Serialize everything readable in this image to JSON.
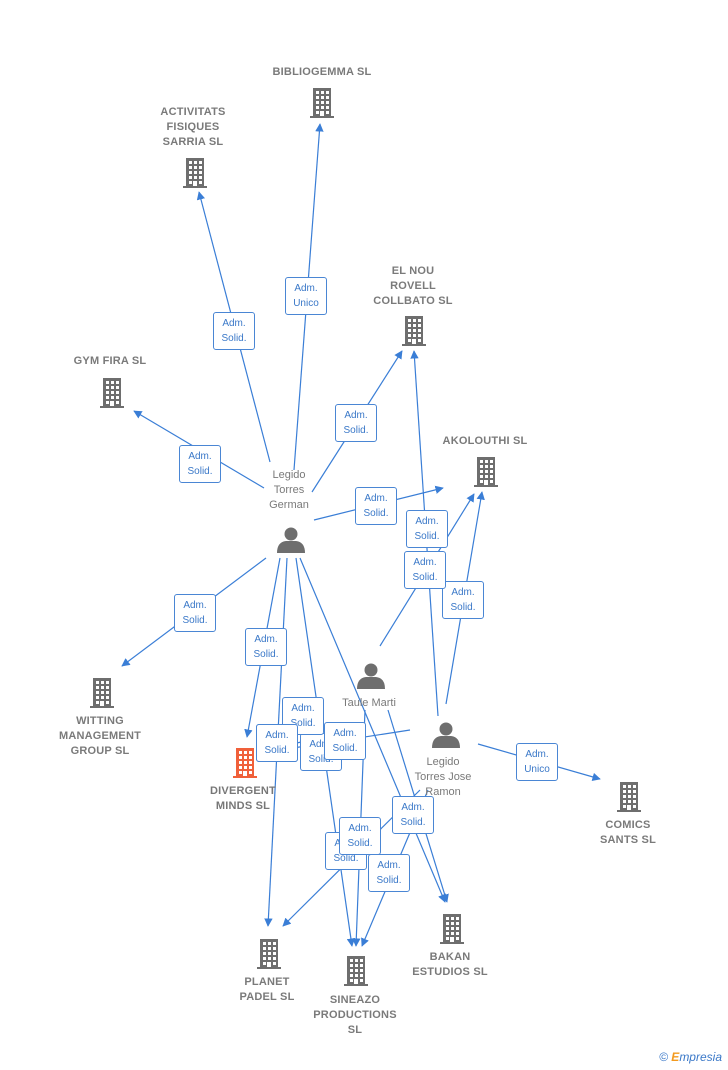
{
  "icons": {
    "company": "building-icon",
    "person": "person-icon",
    "copyright": "copyright-icon"
  },
  "colors": {
    "edge": "#3a7ed6",
    "company": "#6e6e6e",
    "focus_company": "#f0603a",
    "person": "#6e6e6e",
    "badge_text": "#3a78c8"
  },
  "nodes": [
    {
      "id": "bibliogemma",
      "kind": "company",
      "label": "BIBLIOGEMMA SL"
    },
    {
      "id": "activitats",
      "kind": "company",
      "label": "ACTIVITATS\nFISIQUES\nSARRIA  SL"
    },
    {
      "id": "elnou",
      "kind": "company",
      "label": "EL NOU\nROVELL\nCOLLBATO SL"
    },
    {
      "id": "gymfira",
      "kind": "company",
      "label": "GYM FIRA  SL"
    },
    {
      "id": "akolouthi",
      "kind": "company",
      "label": "AKOLOUTHI  SL"
    },
    {
      "id": "german",
      "kind": "person",
      "label": "Legido\nTorres\nGerman"
    },
    {
      "id": "witting",
      "kind": "company",
      "label": "WITTING\nMANAGEMENT\nGROUP  SL"
    },
    {
      "id": "taule",
      "kind": "person",
      "label": "Taule Marti"
    },
    {
      "id": "divergent",
      "kind": "focus",
      "label": "DIVERGENT\nMINDS  SL"
    },
    {
      "id": "ramon",
      "kind": "person",
      "label": "Legido\nTorres Jose\nRamon"
    },
    {
      "id": "comics",
      "kind": "company",
      "label": "COMICS\nSANTS  SL"
    },
    {
      "id": "bakan",
      "kind": "company",
      "label": "BAKAN\nESTUDIOS  SL"
    },
    {
      "id": "planet",
      "kind": "company",
      "label": "PLANET\nPADEL SL"
    },
    {
      "id": "sineazo",
      "kind": "company",
      "label": "SINEAZO\nPRODUCTIONS\nSL"
    }
  ],
  "edges": [
    {
      "from": "german",
      "to": "bibliogemma",
      "label": "Adm.\nUnico"
    },
    {
      "from": "german",
      "to": "activitats",
      "label": "Adm.\nSolid."
    },
    {
      "from": "german",
      "to": "elnou",
      "label": "Adm.\nSolid."
    },
    {
      "from": "german",
      "to": "gymfira",
      "label": "Adm.\nSolid."
    },
    {
      "from": "german",
      "to": "akolouthi",
      "label": "Adm.\nSolid."
    },
    {
      "from": "german",
      "to": "witting",
      "label": "Adm.\nSolid."
    },
    {
      "from": "german",
      "to": "divergent",
      "label": "Adm.\nSolid."
    },
    {
      "from": "german",
      "to": "planet",
      "label": "Adm.\nSolid."
    },
    {
      "from": "german",
      "to": "sineazo",
      "label": "Adm.\nSolid."
    },
    {
      "from": "german",
      "to": "bakan",
      "label": "Adm.\nSolid."
    },
    {
      "from": "ramon",
      "to": "elnou",
      "label": "Adm.\nSolid."
    },
    {
      "from": "ramon",
      "to": "akolouthi",
      "label": "Adm.\nSolid."
    },
    {
      "from": "ramon",
      "to": "comics",
      "label": "Adm.\nUnico"
    },
    {
      "from": "ramon",
      "to": "divergent",
      "label": "Adm.\nSolid."
    },
    {
      "from": "ramon",
      "to": "planet",
      "label": "Adm.\nSolid."
    },
    {
      "from": "ramon",
      "to": "sineazo",
      "label": "Adm.\nSolid."
    },
    {
      "from": "taule",
      "to": "akolouthi",
      "label": "Adm.\nSolid."
    },
    {
      "from": "taule",
      "to": "divergent",
      "label": "Adm.\nSolid."
    },
    {
      "from": "taule",
      "to": "sineazo",
      "label": "Adm.\nSolid."
    },
    {
      "from": "taule",
      "to": "bakan",
      "label": "Adm.\nSolid."
    }
  ],
  "brand": {
    "copyright": "©",
    "e": "E",
    "rest": "mpresia"
  }
}
